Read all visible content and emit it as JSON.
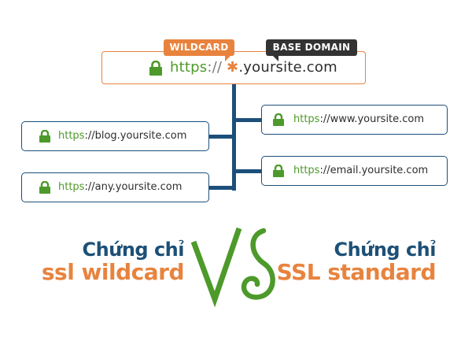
{
  "colors": {
    "accent_orange": "#e8833e",
    "lock_green": "#4d9a2a",
    "connector_navy": "#1c4f7a",
    "tag_dark": "#333333",
    "caption_navy": "#1d5077",
    "vs_green": "#4d9a2a"
  },
  "wildcard_diagram": {
    "tags": {
      "wildcard": "WILDCARD",
      "base_domain": "BASE DOMAIN"
    },
    "main_url": {
      "icon": "lock-icon",
      "scheme": "https",
      "separator": "://",
      "wildcard_symbol": "✱",
      "domain": ".yoursite.com"
    },
    "subdomains": [
      {
        "scheme": "https",
        "rest": "://blog.yoursite.com",
        "icon": "lock-icon",
        "side": "left"
      },
      {
        "scheme": "https",
        "rest": "://any.yoursite.com",
        "icon": "lock-icon",
        "side": "left"
      },
      {
        "scheme": "https",
        "rest": "://www.yoursite.com",
        "icon": "lock-icon",
        "side": "right"
      },
      {
        "scheme": "https",
        "rest": "://email.yoursite.com",
        "icon": "lock-icon",
        "side": "right"
      }
    ]
  },
  "comparison": {
    "left": {
      "line1": "Chứng chỉ",
      "line2": "ssl wildcard"
    },
    "vs_label": "VS",
    "right": {
      "line1": "Chứng chỉ",
      "line2": "SSL standard"
    }
  }
}
